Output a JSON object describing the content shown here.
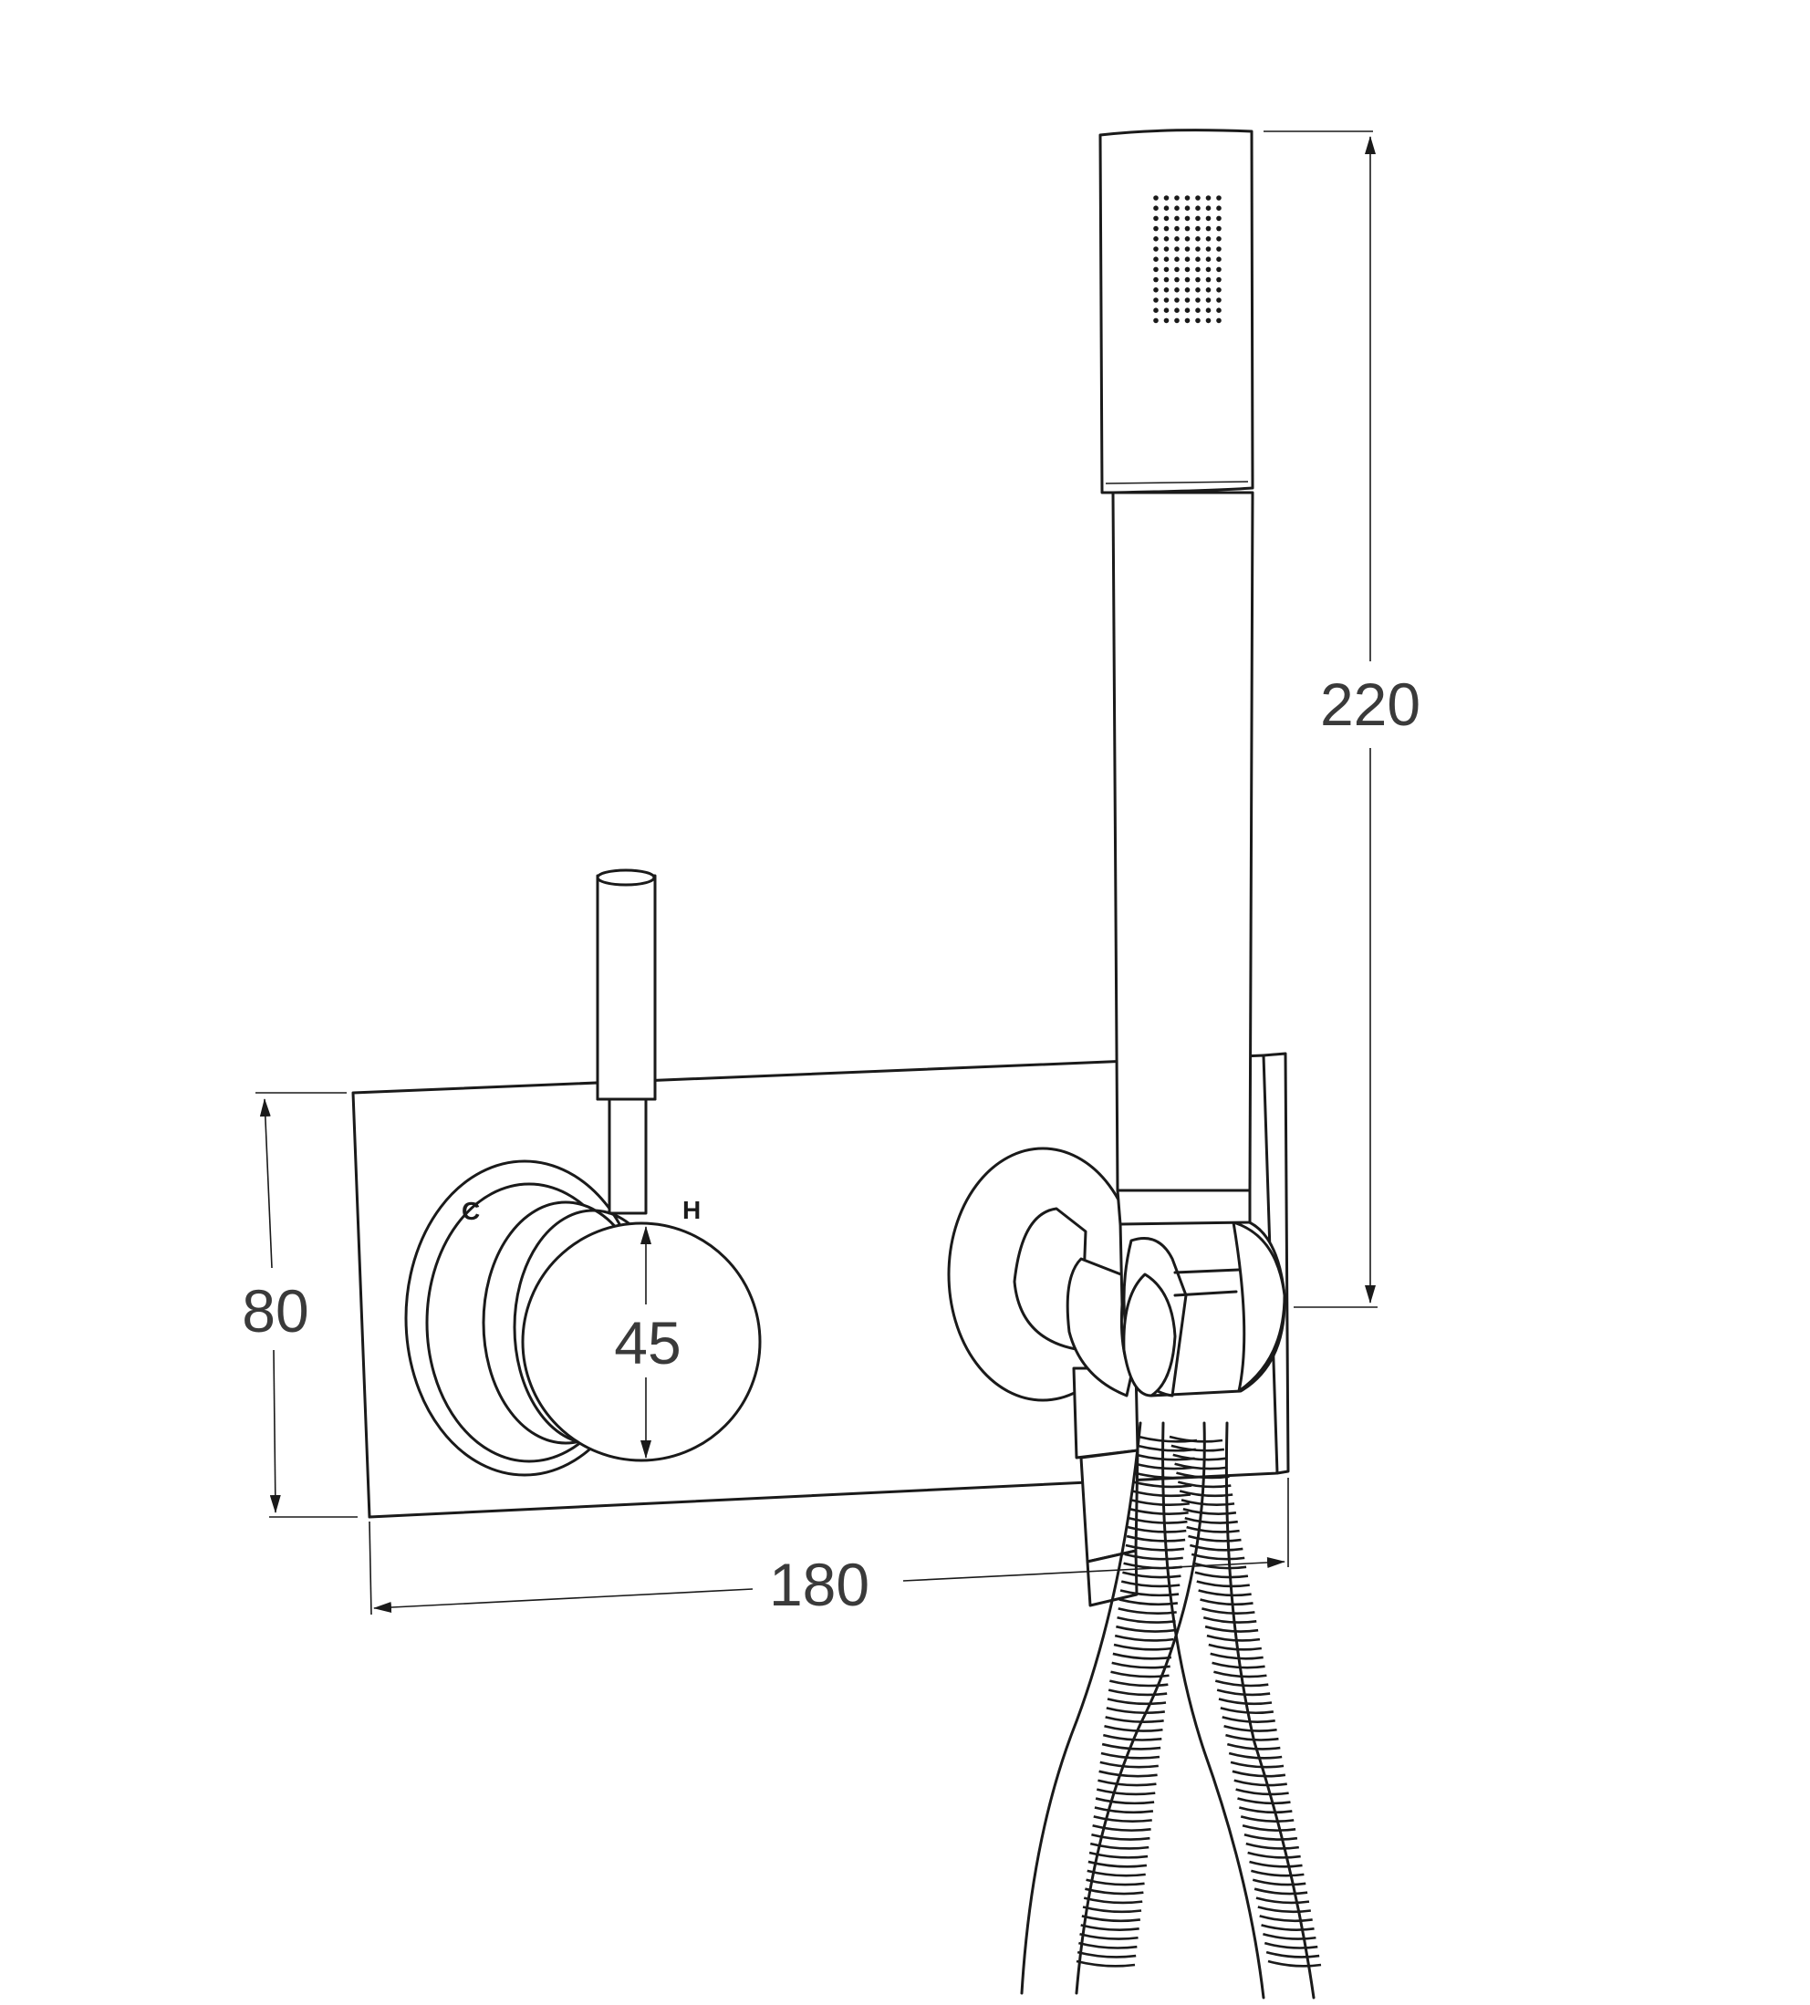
{
  "dimensions": {
    "height_total": "220",
    "plate_height": "80",
    "handle_diameter": "45",
    "plate_width": "180"
  },
  "markings": {
    "cold": "C",
    "hot": "H"
  }
}
